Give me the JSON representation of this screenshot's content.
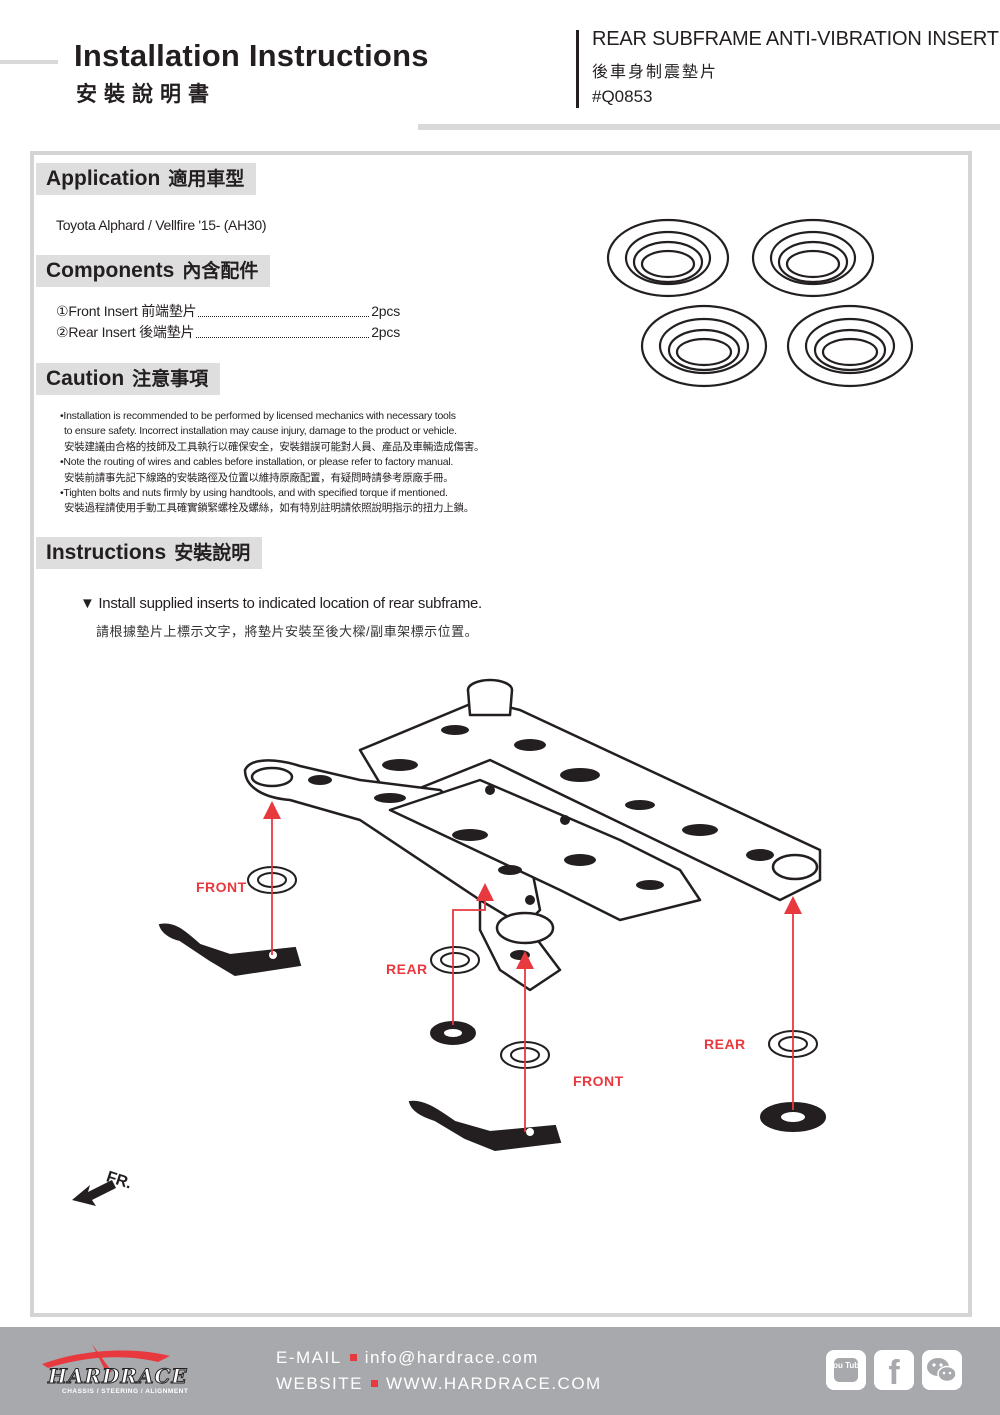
{
  "header": {
    "title": "Installation Instructions",
    "subtitle": "安裝說明書",
    "product_name": "REAR SUBFRAME ANTI-VIBRATION INSERT",
    "product_name_zh": "後車身制震墊片",
    "product_code": "#Q0853"
  },
  "application": {
    "heading": "Application",
    "heading_zh": "適用車型",
    "vehicle": "Toyota Alphard / Vellfire '15- (AH30)"
  },
  "components": {
    "heading": "Components",
    "heading_zh": "內含配件",
    "items": [
      {
        "name": "①Front Insert 前端墊片",
        "qty": "2pcs"
      },
      {
        "name": "②Rear Insert 後端墊片",
        "qty": "2pcs"
      }
    ]
  },
  "caution": {
    "heading": "Caution",
    "heading_zh": "注意事項",
    "lines": [
      "•Installation is recommended to be performed by licensed mechanics with necessary tools",
      "to ensure safety. Incorrect installation may cause injury, damage to the product or vehicle.",
      "安裝建議由合格的技師及工具執行以確保安全，安裝錯誤可能對人員、產品及車輛造成傷害。",
      "•Note the routing of wires and cables before installation, or please refer to factory manual.",
      "安裝前請事先記下線路的安裝路徑及位置以維持原廠配置，有疑問時請參考原廠手冊。",
      "•Tighten bolts and nuts firmly by using handtools, and with specified torque if mentioned.",
      "安裝過程請使用手動工具確實鎖緊螺栓及螺絲，如有特別註明請依照說明指示的扭力上鎖。"
    ]
  },
  "instructions": {
    "heading": "Instructions",
    "heading_zh": "安裝說明",
    "step_en": "▼ Install supplied inserts to indicated location of rear subframe.",
    "step_zh": "請根據墊片上標示文字，將墊片安裝至後大樑/副車架標示位置。"
  },
  "diagram": {
    "labels": {
      "front_left": "FRONT",
      "rear_left": "REAR",
      "front_mid": "FRONT",
      "rear_right": "REAR",
      "direction": "FR."
    },
    "accent_color": "#e8393f"
  },
  "footer": {
    "brand": "HARDRACE",
    "tagline": "CHASSIS / STEERING / ALIGNMENT",
    "email_label": "E-MAIL",
    "email": "info@hardrace.com",
    "website_label": "WEBSITE",
    "website": "WWW.HARDRACE.COM",
    "social": {
      "youtube_text": "You Tube",
      "icons": [
        "youtube-icon",
        "facebook-icon",
        "wechat-icon"
      ]
    }
  }
}
